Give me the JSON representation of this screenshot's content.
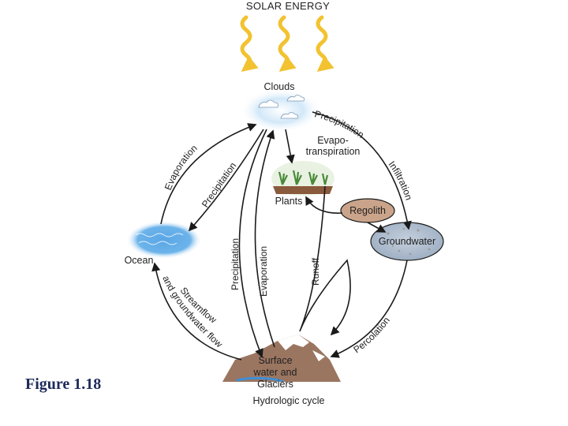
{
  "title": "SOLAR ENERGY",
  "caption": "Figure 1.18",
  "subtitle": "Hydrologic cycle",
  "nodes": {
    "clouds": "Clouds",
    "plants": "Plants",
    "regolith": "Regolith",
    "groundwater": "Groundwater",
    "ocean": "Ocean",
    "surface_line1": "Surface",
    "surface_line2": "water and",
    "surface_line3": "Glaciers"
  },
  "processes": {
    "precip_clouds_plants": "Precipitation",
    "evapo_line1": "Evapo-",
    "evapo_line2": "transpiration",
    "infiltration": "Infiltration",
    "evaporation_ocean": "Evaporation",
    "precipitation_ocean": "Precipitation",
    "precipitation_surface": "Precipitation",
    "evaporation_surface": "Evaporation",
    "runoff": "Runoff",
    "percolation": "Percolation",
    "streamflow_line1": "Streamflow",
    "streamflow_line2": "and groundwater flow"
  },
  "colors": {
    "sun": "#f2c230",
    "arrow": "#1a1a1a",
    "ocean": "#3e8fd6",
    "cloud_glow": "#a9d1f0",
    "mountain": "#9a7560",
    "caption": "#1d2b5a"
  }
}
